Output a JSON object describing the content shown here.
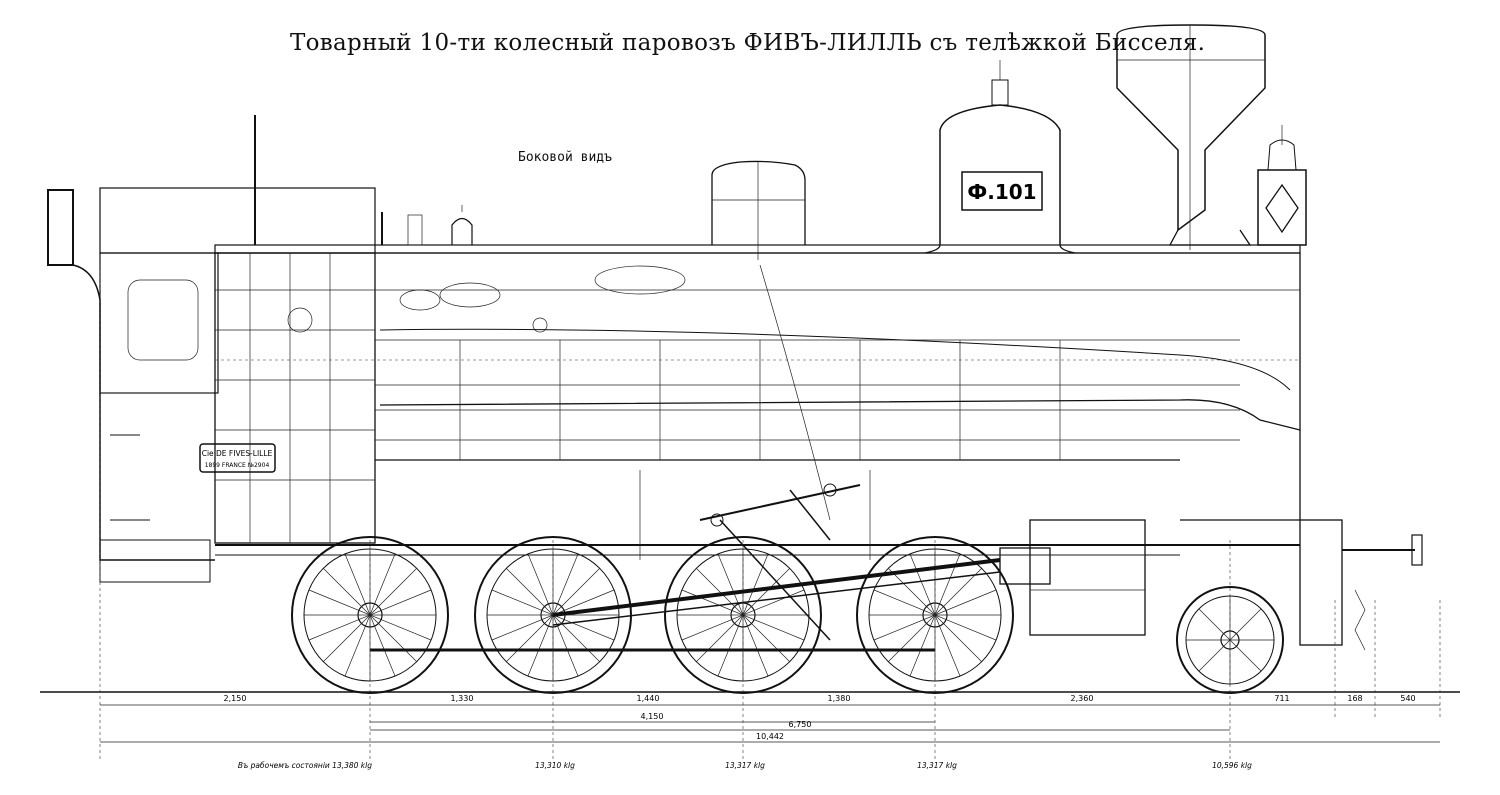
{
  "drawing": {
    "title": "Товарный 10-ти колесный паровозъ ФИВЪ-ЛИЛЛЬ съ телѣжкой Бисселя.",
    "subtitle": "Боковой видъ",
    "dome_number": "Ф.101",
    "builder_plate": [
      "Cie DE FIVES-LILLE",
      "1899 FRANCE №2904"
    ],
    "dimensions": {
      "top_row": [
        "2,150",
        "1,330",
        "1,440",
        "1,380",
        "2,360",
        "711",
        "168",
        "540"
      ],
      "row2": "4,150",
      "row3": "6,750",
      "total": "10,442"
    },
    "axle_loads": [
      "Въ рабочемъ состояніи 13,380 klg",
      "13,310 klg",
      "13,317 klg",
      "13,317 klg",
      "10,596 klg"
    ]
  }
}
